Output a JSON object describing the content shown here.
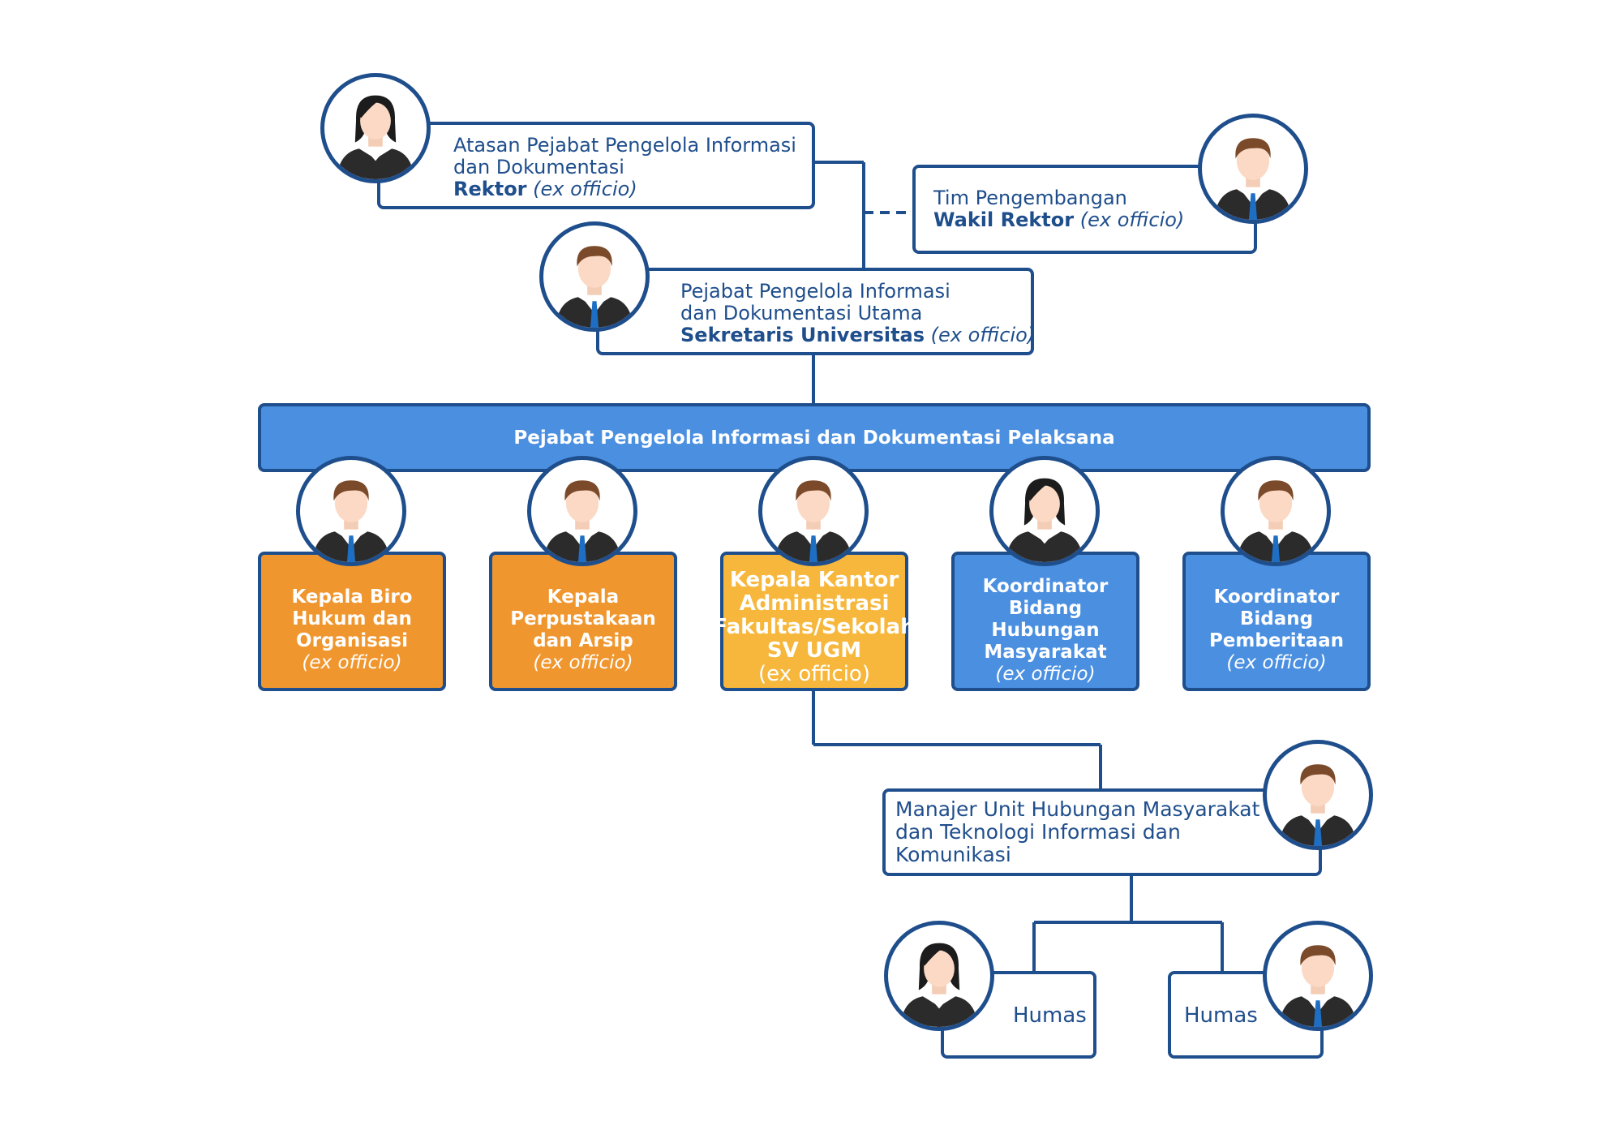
{
  "top": {
    "atasan": {
      "line1": "Atasan Pejabat Pengelola Informasi",
      "line2": "dan Dokumentasi",
      "name": "Rektor",
      "suffix": "(ex officio)"
    },
    "tim": {
      "line1": "Tim Pengembangan",
      "name": "Wakil Rektor",
      "suffix": "(ex officio)"
    },
    "utama": {
      "line1": "Pejabat Pengelola Informasi",
      "line2": "dan Dokumentasi Utama",
      "name": "Sekretaris Universitas",
      "suffix": "(ex officio)"
    }
  },
  "banner": {
    "label": "Pejabat Pengelola Informasi dan Dokumentasi Pelaksana"
  },
  "units": [
    {
      "lines": [
        "Kepala Biro",
        "Hukum dan",
        "Organisasi"
      ],
      "suffix": "(ex officio)"
    },
    {
      "lines": [
        "Kepala",
        "Perpustakaan",
        "dan Arsip"
      ],
      "suffix": "(ex officio)"
    },
    {
      "lines": [
        "Kepala Kantor",
        "Administrasi",
        "Fakultas/Sekolah",
        "SV UGM"
      ],
      "suffix": "(ex officio)"
    },
    {
      "lines": [
        "Koordinator",
        "Bidang Hubungan",
        "Masyarakat"
      ],
      "suffix": "(ex officio)"
    },
    {
      "lines": [
        "Koordinator",
        "Bidang",
        "Pemberitaan"
      ],
      "suffix": "(ex officio)"
    }
  ],
  "manajer": {
    "line1": "Manajer Unit Hubungan Masyarakat",
    "line2": "dan Teknologi Informasi dan",
    "line3": "Komunikasi"
  },
  "humas": [
    {
      "label": "Humas"
    },
    {
      "label": "Humas"
    }
  ],
  "colors": {
    "navy": "#1f4e8c",
    "blue": "#4a8fe0",
    "orange": "#f0962e",
    "yellow": "#f6b73c"
  }
}
